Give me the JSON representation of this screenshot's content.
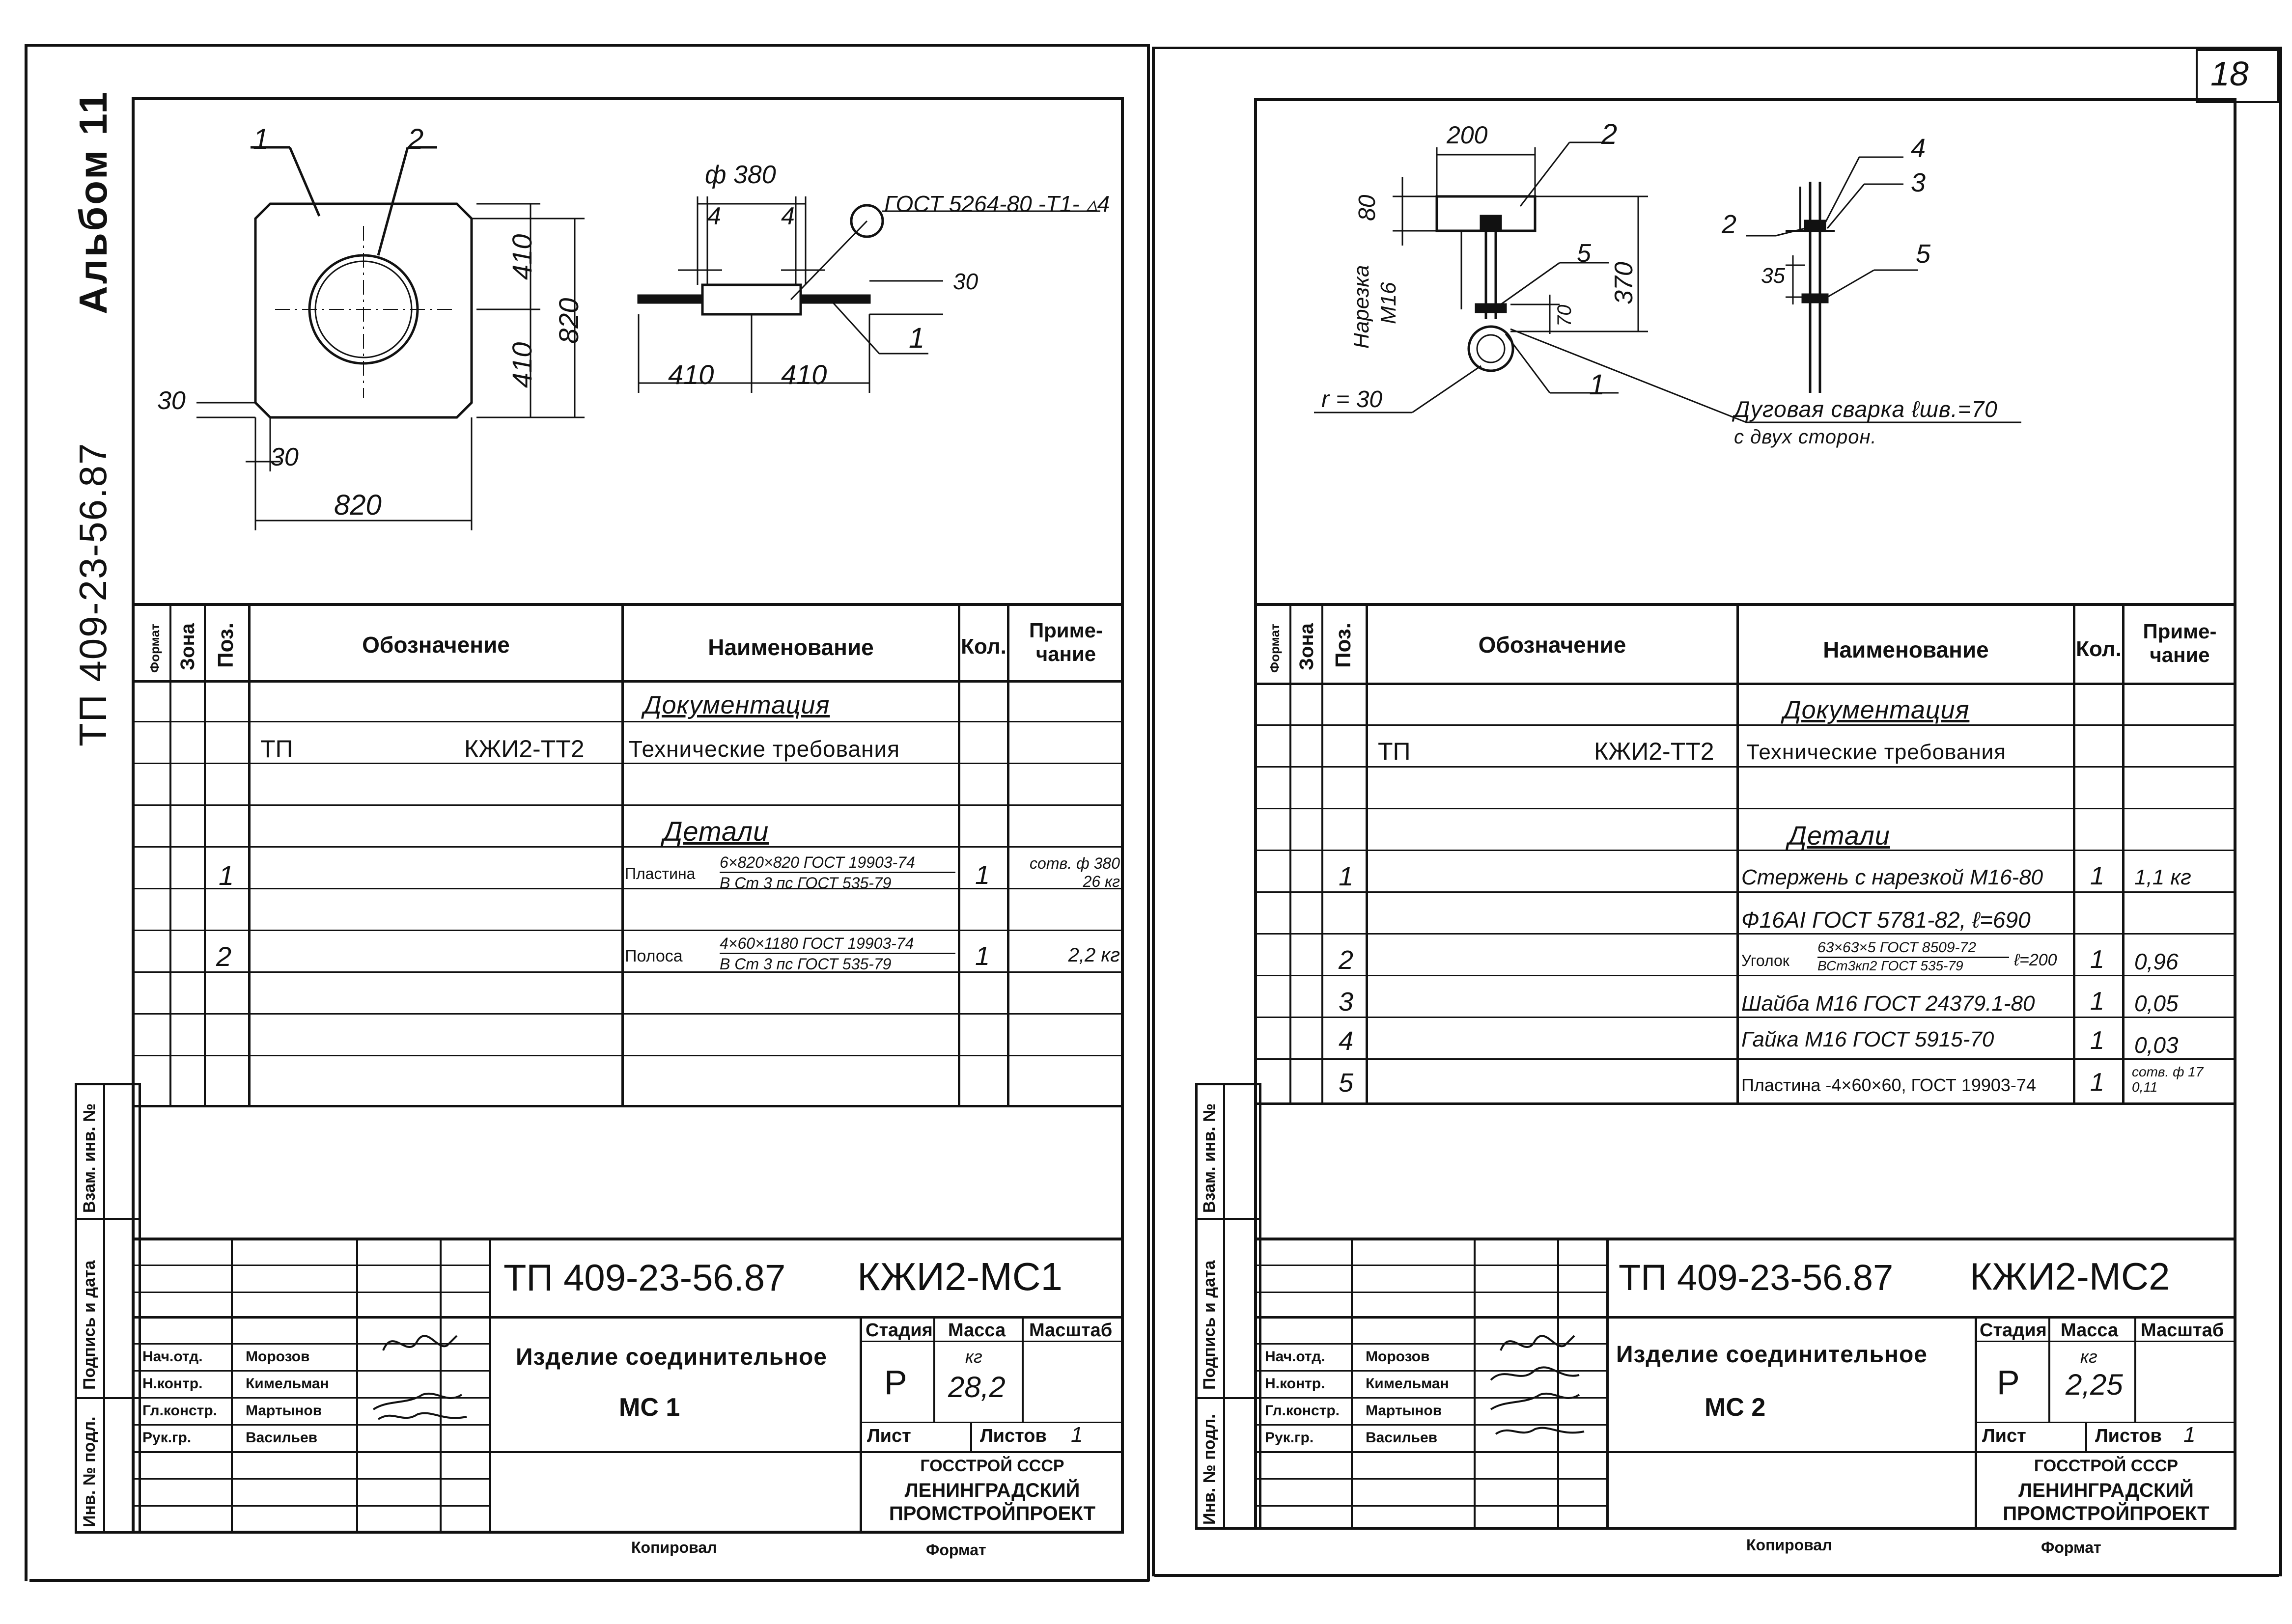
{
  "page_number": "18",
  "album": {
    "album_label": "Альбом 11",
    "doc_code": "ТП 409-23-56.87"
  },
  "margin_stamp": {
    "inv_podl": "Инв. № подл.",
    "podpis_data": "Подпись и дата",
    "vzam_inv": "Взам. инв. №"
  },
  "spec_headers": {
    "format": "Формат",
    "zona": "Зона",
    "poz": "Поз.",
    "oboznachenie": "Обозначение",
    "naimenovanie": "Наименование",
    "kol": "Кол.",
    "primechanie": "Приме-\nчание"
  },
  "left_sheet": {
    "drawing": {
      "callout_1": "1",
      "callout_2": "2",
      "dim_410_top": "410",
      "dim_410_bottom": "410",
      "dim_820_vert": "820",
      "dim_30_side": "30",
      "dim_30_bottom": "30",
      "dim_820_horiz": "820",
      "phi_380": "ф 380",
      "dim_4_left": "4",
      "dim_4_right": "4",
      "gost_weld": "ГОСТ 5264-80 -Т1- ▵4",
      "dim_30_right": "30",
      "dim_410_left": "410",
      "dim_410_right": "410",
      "callout_1b": "1"
    },
    "spec": {
      "section_doc": "Документация",
      "row_tp_prefix": "ТП",
      "row_tp_code": "КЖИ2-ТТ2",
      "row_tp_name": "Технические требования",
      "section_details": "Детали",
      "rows": [
        {
          "poz": "1",
          "name_main": "Пластина",
          "name_num": "6×820×820 ГОСТ 19903-74",
          "name_den": "В Ст 3 пс ГОСТ 535-79",
          "kol": "1",
          "prim": "сотв. ф 380\n26 кг"
        },
        {
          "poz": "2",
          "name_main": "Полоса",
          "name_num": "4×60×1180 ГОСТ 19903-74",
          "name_den": "В Ст 3 пс ГОСТ 535-79",
          "kol": "1",
          "prim": "2,2 кг"
        }
      ]
    },
    "title_block": {
      "doc_number": "ТП 409-23-56.87",
      "code": "КЖИ2-МС1",
      "name_line1": "Изделие соединительное",
      "name_line2": "МС 1",
      "stadia_label": "Стадия",
      "massa_label": "Масса",
      "masshtab_label": "Масштаб",
      "stadia_value": "Р",
      "massa_unit": "кг",
      "massa_value": "28,2",
      "list_label": "Лист",
      "listov_label": "Листов",
      "listov_value": "1",
      "org_line1": "ГОССТРОЙ СССР",
      "org_line2": "ЛЕНИНГРАДСКИЙ",
      "org_line3": "ПРОМСТРОЙПРОЕКТ",
      "staff": [
        {
          "role": "Нач.отд.",
          "name": "Морозов"
        },
        {
          "role": "Н.контр.",
          "name": "Кимельман"
        },
        {
          "role": "Гл.констр.",
          "name": "Мартынов"
        },
        {
          "role": "Рук.гр.",
          "name": "Васильев"
        }
      ],
      "kopiroval": "Копировал",
      "format": "Формат"
    }
  },
  "right_sheet": {
    "drawing": {
      "dim_200": "200",
      "callout_2": "2",
      "dim_80": "80",
      "narezka": "Нарезка",
      "m16": "М16",
      "callout_5": "5",
      "dim_370": "370",
      "dim_70": "70",
      "r30": "r = 30",
      "callout_1": "1",
      "callout_4": "4",
      "callout_3": "3",
      "callout_2b": "2",
      "dim_35": "35",
      "callout_5b": "5",
      "weld_line1": "Дуговая сварка ℓшв.=70",
      "weld_line2": "с двух сторон."
    },
    "spec": {
      "section_doc": "Документация",
      "row_tp_prefix": "ТП",
      "row_tp_code": "КЖИ2-ТТ2",
      "row_tp_name": "Технические требования",
      "section_details": "Детали",
      "rows": [
        {
          "poz": "1",
          "name": "Стержень с нарезкой М16-80",
          "kol": "1",
          "prim": "1,1 кг"
        },
        {
          "poz": "",
          "name": "Ф16АI ГОСТ 5781-82, ℓ=690",
          "kol": "",
          "prim": ""
        },
        {
          "poz": "2",
          "name": "Уголок",
          "name_num": "63×63×5 ГОСТ 8509-72",
          "name_den": "ВСт3кп2 ГОСТ 535-79",
          "name_suffix": "ℓ=200",
          "kol": "1",
          "prim": "0,96"
        },
        {
          "poz": "3",
          "name": "Шайба М16 ГОСТ 24379.1-80",
          "kol": "1",
          "prim": "0,05"
        },
        {
          "poz": "4",
          "name": "Гайка М16 ГОСТ 5915-70",
          "kol": "1",
          "prim": "0,03"
        },
        {
          "poz": "5",
          "name": "Пластина -4×60×60, ГОСТ 19903-74",
          "kol": "1",
          "prim": "сотв. ф 17\n0,11"
        }
      ]
    },
    "title_block": {
      "doc_number": "ТП 409-23-56.87",
      "code": "КЖИ2-МС2",
      "name_line1": "Изделие соединительное",
      "name_line2": "МС 2",
      "stadia_label": "Стадия",
      "massa_label": "Масса",
      "masshtab_label": "Масштаб",
      "stadia_value": "Р",
      "massa_unit": "кг",
      "massa_value": "2,25",
      "list_label": "Лист",
      "listov_label": "Листов",
      "listov_value": "1",
      "org_line1": "ГОССТРОЙ СССР",
      "org_line2": "ЛЕНИНГРАДСКИЙ",
      "org_line3": "ПРОМСТРОЙПРОЕКТ",
      "staff": [
        {
          "role": "Нач.отд.",
          "name": "Морозов"
        },
        {
          "role": "Н.контр.",
          "name": "Кимельман"
        },
        {
          "role": "Гл.констр.",
          "name": "Мартынов"
        },
        {
          "role": "Рук.гр.",
          "name": "Васильев"
        }
      ],
      "kopiroval": "Копировал",
      "format": "Формат"
    }
  }
}
